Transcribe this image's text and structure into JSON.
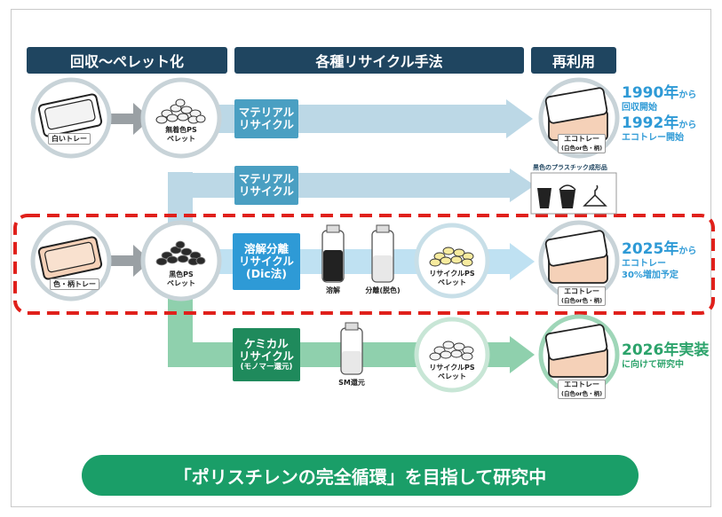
{
  "headers": {
    "collect": "回収〜ペレット化",
    "methods": "各種リサイクル手法",
    "reuse": "再利用"
  },
  "row1": {
    "tray_label": "白いトレー",
    "pellet_label_1": "無着色PS",
    "pellet_label_2": "ペレット",
    "method_line1": "マテリアル",
    "method_line2": "リサイクル",
    "eco_tray_label": "エコトレー",
    "eco_tray_sub": "(白色or色・柄)",
    "year1": "1990年",
    "year1_suffix": "から",
    "year1_note": "回収開始",
    "year2": "1992年",
    "year2_suffix": "から",
    "year2_note": "エコトレー開始"
  },
  "row2": {
    "method_line1": "マテリアル",
    "method_line2": "リサイクル",
    "product_caption": "黒色のプラスチック成形品"
  },
  "row3": {
    "tray_label": "色・柄トレー",
    "pellet_label_1": "黒色PS",
    "pellet_label_2": "ペレット",
    "method_line1": "溶解分離",
    "method_line2": "リサイクル",
    "method_line3": "(Dic法)",
    "bottle1_label": "溶解",
    "bottle2_label": "分離(脱色)",
    "recycle_pellet_1": "リサイクルPS",
    "recycle_pellet_2": "ペレット",
    "eco_tray_label": "エコトレー",
    "eco_tray_sub": "(白色or色・柄)",
    "year": "2025年",
    "year_suffix": "から",
    "note1": "エコトレー",
    "note2": "30%増加予定"
  },
  "row4": {
    "method_line1": "ケミカル",
    "method_line2": "リサイクル",
    "method_line3": "(モノマー還元)",
    "bottle_label": "SM還元",
    "recycle_pellet_1": "リサイクルPS",
    "recycle_pellet_2": "ペレット",
    "eco_tray_label": "エコトレー",
    "eco_tray_sub": "(白色or色・柄)",
    "year_text": "2026年実装",
    "note": "に向けて研究中"
  },
  "banner": "「ポリスチレンの完全循環」を目指して研究中",
  "colors": {
    "header_navy": "#1f4560",
    "material_blue": "#4a9fc2",
    "dic_blue": "#2e9ad6",
    "chemical_green": "#1f8a5c",
    "highlight_red": "#e0201b",
    "banner_green": "#1a9e68"
  }
}
